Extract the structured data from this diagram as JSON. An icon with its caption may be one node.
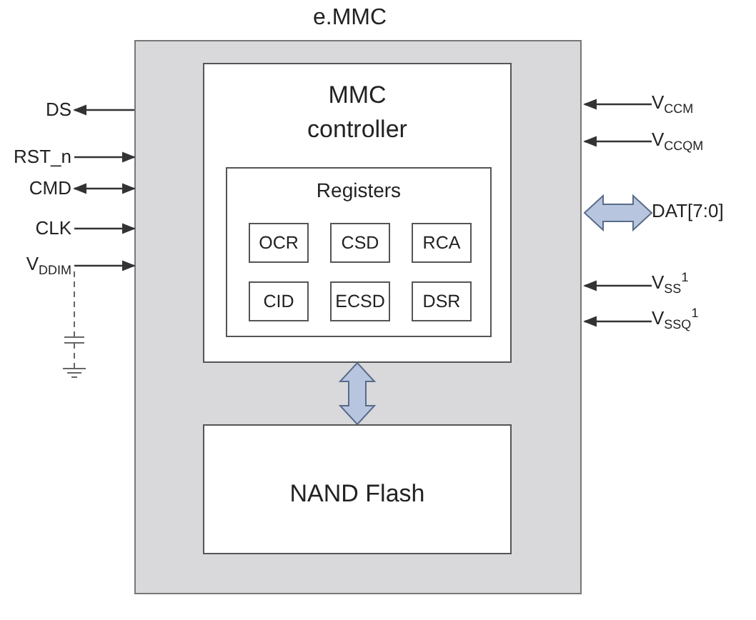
{
  "diagram": {
    "nodes": [
      {
        "text": [
          "e.MMC"
        ]
      },
      {
        "text": [
          "MMC controller"
        ],
        "in": 0
      },
      {
        "text": [
          "Registers"
        ],
        "in": 1
      },
      {
        "text": [
          "OCR"
        ],
        "in": 2
      },
      {
        "text": [
          "CSD"
        ],
        "in": 2
      },
      {
        "text": [
          "RCA"
        ],
        "in": 2
      },
      {
        "text": [
          "CID"
        ],
        "in": 2
      },
      {
        "text": [
          "ECSD"
        ],
        "in": 2
      },
      {
        "text": [
          "DSR"
        ],
        "in": 2
      },
      {
        "text": [
          "NAND Flash"
        ],
        "in": 0
      },
      {
        "text": [
          "DS"
        ]
      },
      {
        "text": [
          "RST_n"
        ]
      },
      {
        "text": [
          "CMD"
        ]
      },
      {
        "text": [
          "CLK"
        ]
      },
      {
        "text": [
          "V$_{DDIM}$"
        ]
      },
      {
        "text": [
          "V$_{CCM}$"
        ]
      },
      {
        "text": [
          "V$_{CCQM}$"
        ]
      },
      {
        "text": [
          "DAT[7:0]"
        ]
      },
      {
        "text": [
          "V$_{SS}$$^{1}$"
        ]
      },
      {
        "text": [
          "V$_{SSQ}$$^{1}$"
        ]
      }
    ],
    "edges": [
      {
        "from": 0,
        "to": 10,
        "arrow": "to"
      },
      {
        "from": 11,
        "to": 0,
        "arrow": "to"
      },
      {
        "from": 12,
        "to": 0,
        "arrow": "both"
      },
      {
        "from": 13,
        "to": 0,
        "arrow": "to"
      },
      {
        "from": 14,
        "to": 0,
        "arrow": "to"
      },
      {
        "from": 15,
        "to": 0,
        "arrow": "to"
      },
      {
        "from": 16,
        "to": 0,
        "arrow": "to"
      },
      {
        "from": 17,
        "to": 0,
        "arrow": "both",
        "style": "thick",
        "color": "#b7c6de"
      },
      {
        "from": 18,
        "to": 0,
        "arrow": "to"
      },
      {
        "from": 19,
        "to": 0,
        "arrow": "to"
      },
      {
        "from": 1,
        "to": 9,
        "arrow": "both",
        "style": "thick",
        "color": "#b7c6de"
      }
    ]
  }
}
